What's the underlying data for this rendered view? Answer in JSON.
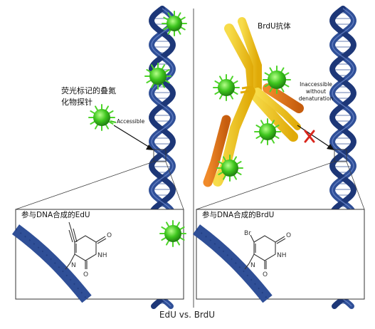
{
  "left_panel": {
    "probe_label_line1": "荧光标记的叠氮",
    "probe_label_line2": "化物探针",
    "accessible_label": "Accessible",
    "inset_caption": "参与DNA合成的EdU"
  },
  "right_panel": {
    "antibody_label": "BrdU抗体",
    "inaccessible_line1": "Inaccessible",
    "inaccessible_line2": "without",
    "inaccessible_line3": "denaturation",
    "inset_caption": "参与DNA合成的BrdU",
    "substituent_label": "Br"
  },
  "chem": {
    "atom_o_top": "O",
    "atom_o_bottom": "O",
    "atom_nh": "NH",
    "atom_n": "N"
  },
  "footer": {
    "title": "EdU vs. BrdU"
  },
  "colors": {
    "dna_blue": "#2f4f97",
    "dna_blue_dark": "#1d3778",
    "antibody_yellow": "#f0c419",
    "antibody_orange": "#e0781c",
    "probe_green": "#3ec61e",
    "cross_red": "#d9261c"
  }
}
